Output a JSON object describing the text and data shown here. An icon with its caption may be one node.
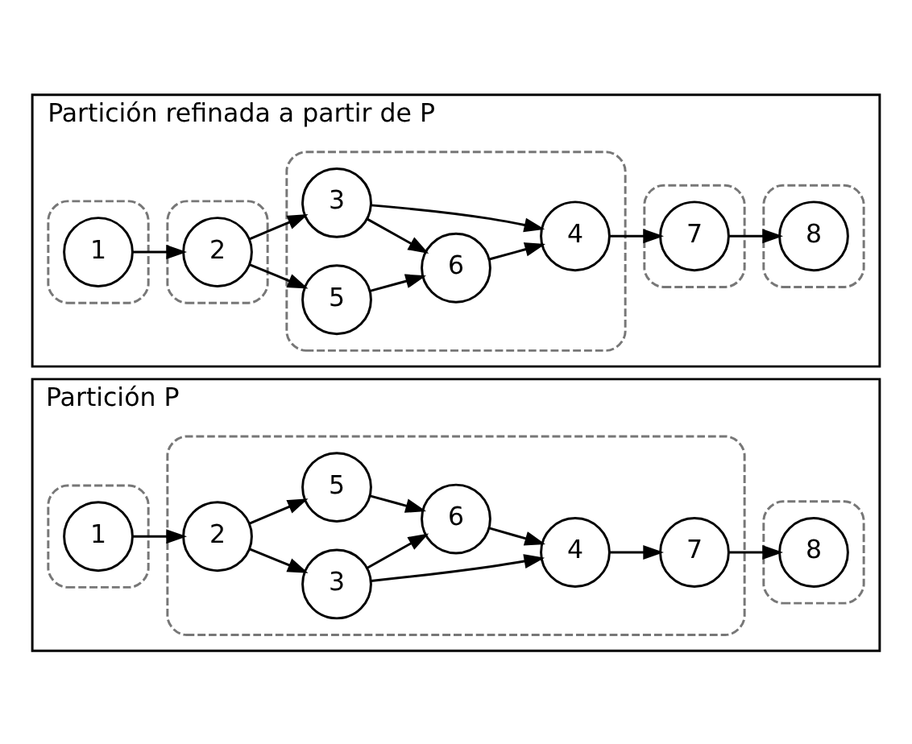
{
  "diagram": {
    "nodes": [
      {
        "text": [
          "Partición P"
        ]
      },
      {
        "text": [],
        "shape": "ellipse",
        "in": 0
      },
      {
        "text": [
          "1"
        ],
        "in": 1
      },
      {
        "text": [],
        "shape": "ellipse",
        "in": 0
      },
      {
        "text": [
          "2"
        ],
        "in": 3
      },
      {
        "text": [
          "3"
        ],
        "in": 3
      },
      {
        "text": [
          "4"
        ],
        "in": 3
      },
      {
        "text": [
          "5"
        ],
        "in": 3
      },
      {
        "text": [
          "6"
        ],
        "in": 3
      },
      {
        "text": [
          "7"
        ],
        "in": 3
      },
      {
        "text": [],
        "shape": "ellipse",
        "in": 0
      },
      {
        "text": [
          "8"
        ],
        "in": 10
      },
      {
        "text": [
          "Partición refinada a partir de P"
        ]
      },
      {
        "text": [],
        "shape": "ellipse",
        "in": 12
      },
      {
        "text": [
          "1"
        ],
        "in": 13
      },
      {
        "text": [],
        "shape": "ellipse",
        "in": 12
      },
      {
        "text": [
          "2"
        ],
        "in": 15
      },
      {
        "text": [],
        "shape": "ellipse",
        "in": 12
      },
      {
        "text": [
          "3"
        ],
        "in": 17
      },
      {
        "text": [
          "4"
        ],
        "in": 17
      },
      {
        "text": [
          "5"
        ],
        "in": 17
      },
      {
        "text": [
          "6"
        ],
        "in": 17
      },
      {
        "text": [],
        "shape": "ellipse",
        "in": 12
      },
      {
        "text": [
          "7"
        ],
        "in": 22
      },
      {
        "text": [],
        "shape": "ellipse",
        "in": 12
      },
      {
        "text": [
          "8"
        ],
        "in": 24
      }
    ],
    "edges": [
      {
        "from": 2,
        "to": 4,
        "arrow": "to"
      },
      {
        "from": 4,
        "to": 5,
        "arrow": "to"
      },
      {
        "from": 4,
        "to": 7,
        "arrow": "to"
      },
      {
        "from": 5,
        "to": 6,
        "arrow": "to"
      },
      {
        "from": 5,
        "to": 8,
        "arrow": "to"
      },
      {
        "from": 7,
        "to": 8,
        "arrow": "to"
      },
      {
        "from": 8,
        "to": 6,
        "arrow": "to"
      },
      {
        "from": 6,
        "to": 9,
        "arrow": "to"
      },
      {
        "from": 9,
        "to": 11,
        "arrow": "to"
      },
      {
        "from": 14,
        "to": 16,
        "arrow": "to"
      },
      {
        "from": 16,
        "to": 18,
        "arrow": "to"
      },
      {
        "from": 16,
        "to": 20,
        "arrow": "to"
      },
      {
        "from": 18,
        "to": 19,
        "arrow": "to"
      },
      {
        "from": 18,
        "to": 21,
        "arrow": "to"
      },
      {
        "from": 20,
        "to": 21,
        "arrow": "to"
      },
      {
        "from": 21,
        "to": 19,
        "arrow": "to"
      },
      {
        "from": 19,
        "to": 23,
        "arrow": "to"
      },
      {
        "from": 23,
        "to": 25,
        "arrow": "to"
      }
    ]
  }
}
